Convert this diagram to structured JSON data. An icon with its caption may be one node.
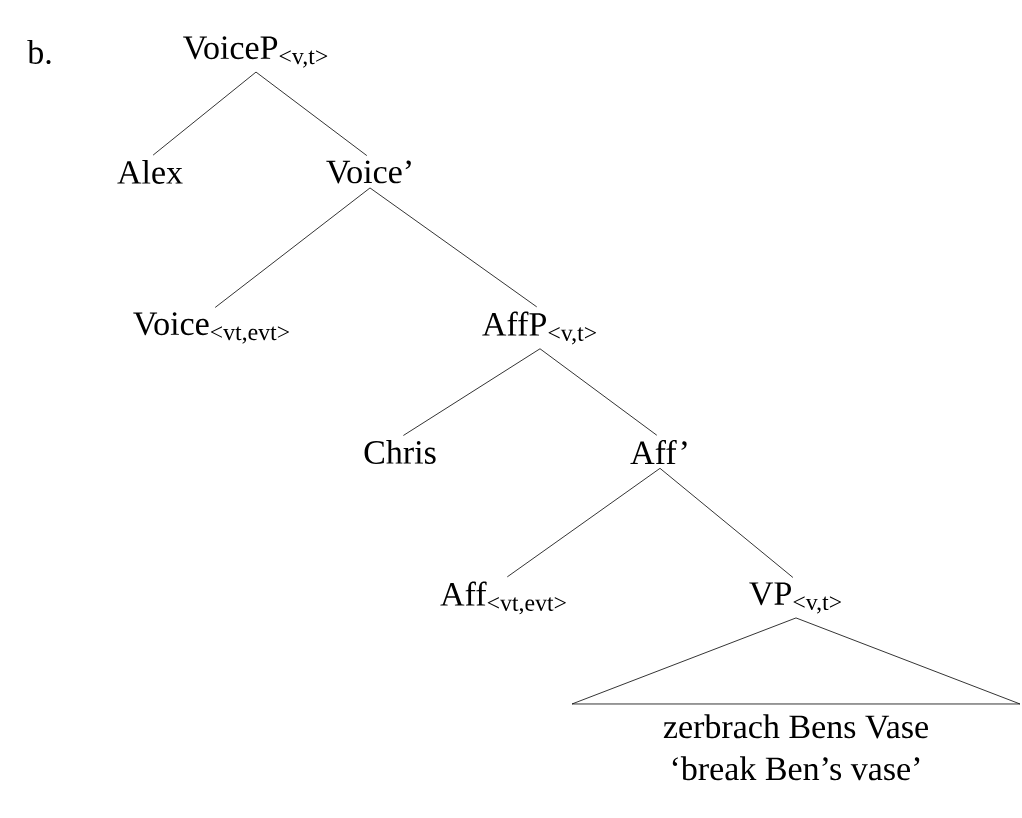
{
  "diagram": {
    "nodes": [
      {
        "text": [
          "VoiceP$_{<v,t>}$"
        ]
      },
      {
        "text": [
          "Alex"
        ]
      },
      {
        "text": [
          "Voice’"
        ]
      },
      {
        "text": [
          "Voice$_{<vt,evt>}$"
        ]
      },
      {
        "text": [
          "AffP$_{<v,t>}$"
        ]
      },
      {
        "text": [
          "Chris"
        ]
      },
      {
        "text": [
          "Aff’"
        ]
      },
      {
        "text": [
          "Aff$_{<vt,evt>}$"
        ]
      },
      {
        "text": [
          "VP$_{<v,t>}$"
        ]
      },
      {
        "text": [
          "zerbrach Bens Vase",
          "‘break Ben’s vase’"
        ]
      }
    ],
    "edges": [
      {
        "from": 0,
        "to": 1,
        "arrow": "none"
      },
      {
        "from": 0,
        "to": 2,
        "arrow": "none"
      },
      {
        "from": 2,
        "to": 3,
        "arrow": "none"
      },
      {
        "from": 2,
        "to": 4,
        "arrow": "none"
      },
      {
        "from": 4,
        "to": 5,
        "arrow": "none"
      },
      {
        "from": 4,
        "to": 6,
        "arrow": "none"
      },
      {
        "from": 6,
        "to": 7,
        "arrow": "none"
      },
      {
        "from": 6,
        "to": 8,
        "arrow": "none"
      },
      {
        "from": 8,
        "to": 9,
        "arrow": "none"
      }
    ],
    "labels": [
      "b."
    ]
  }
}
